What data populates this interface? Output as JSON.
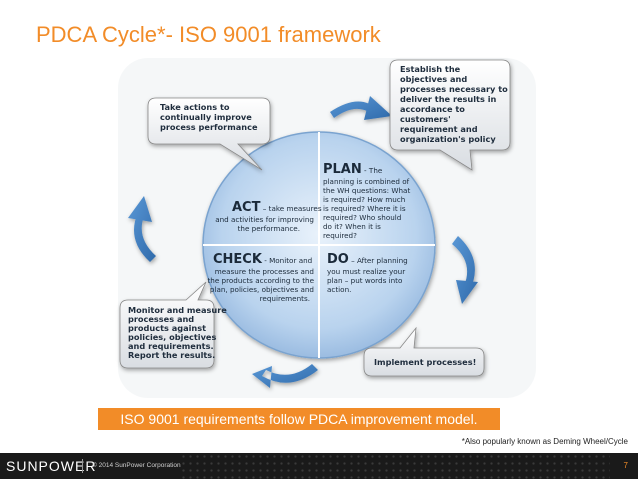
{
  "title": "PDCA Cycle*- ISO 9001 framework",
  "callouts": {
    "act": [
      "Take actions to",
      "continually improve",
      "process performance"
    ],
    "plan": [
      "Establish the",
      "objectives and",
      "processes necessary to",
      "deliver the results in",
      "accordance to",
      "customers'",
      "requirement and",
      "organization's policy"
    ],
    "check": [
      "Monitor and measure",
      "processes and",
      "products against",
      "policies, objectives",
      "and requirements.",
      "Report the results."
    ],
    "do": "Implement processes!"
  },
  "quadrants": {
    "plan": {
      "head": "PLAN",
      "lines": [
        " - The",
        "planning is combined of",
        "the WH questions: What",
        "is required? How much",
        "is required? Where it is",
        "required? Who should",
        "do it? When it is",
        "required?"
      ]
    },
    "act": {
      "head": "ACT",
      "lines": [
        " – take measures",
        "and activities for improving",
        "the performance."
      ]
    },
    "check": {
      "head": "CHECK",
      "lines": [
        " - Monitor and",
        "measure the processes and",
        "the products according to the",
        "plan, policies, objectives and",
        "requirements."
      ]
    },
    "do": {
      "head": "DO",
      "lines": [
        " – After planning",
        "you must realize your",
        "plan – put words into",
        "action."
      ]
    }
  },
  "banner": "ISO 9001 requirements follow PDCA improvement model.",
  "footnote": "*Also popularly known as Deming Wheel/Cycle",
  "footer": {
    "logo": "SUNPOWER",
    "copyright": "© 2014 SunPower Corporation",
    "page": "7"
  },
  "colors": {
    "accent": "#F28C28",
    "arrow": "#3E7FC1",
    "circle": "#9EC3E6"
  }
}
